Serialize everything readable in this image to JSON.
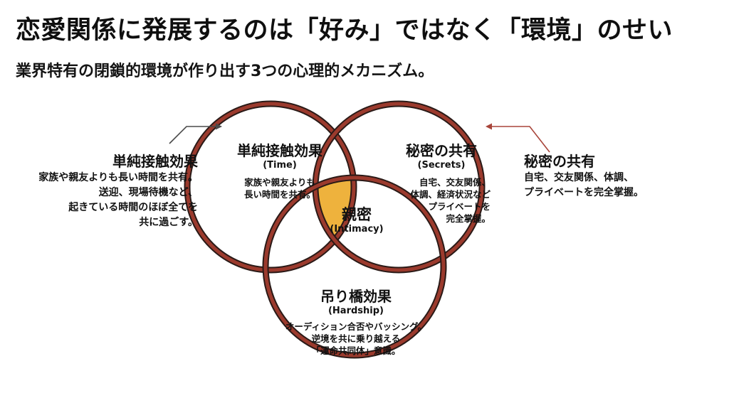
{
  "header": {
    "title": "恋愛関係に発展するのは「好み」ではなく「環境」のせい",
    "subtitle": "業界特有の閉鎖的環境が作り出す3つの心理的メカニズム。"
  },
  "colors": {
    "ring_outer": "#2a1a17",
    "ring_fill": "#9b3a2d",
    "center": "#eeb23d",
    "arrow_left": "#4a4a4a",
    "arrow_right": "#a8453a"
  },
  "venn": {
    "time": {
      "title": "単純接触効果",
      "en": "(Time)",
      "body": [
        "家族や親友よりも",
        "長い時間を共有。"
      ]
    },
    "secrets": {
      "title": "秘密の共有",
      "en": "(Secrets)",
      "body": [
        "自宅、交友関係、",
        "体調、経済状況など",
        "プライベートを",
        "完全掌握。"
      ]
    },
    "hardship": {
      "title": "吊り橋効果",
      "en": "(Hardship)",
      "body": [
        "オーディション合否やバッシング。",
        "逆境を共に乗り越える",
        "「運命共同体」意識。"
      ]
    },
    "center": {
      "title": "親密",
      "en": "(Intimacy)"
    }
  },
  "callouts": {
    "left": {
      "title": "単純接触効果",
      "lines": [
        "家族や親友よりも長い時間を共有。",
        "送迎、現場待機など、",
        "起きている時間のほぼ全てを",
        "共に過ごす。"
      ]
    },
    "right": {
      "title": "秘密の共有",
      "lines": [
        "自宅、交友関係、体調、",
        "プライベートを完全掌握。"
      ]
    }
  }
}
